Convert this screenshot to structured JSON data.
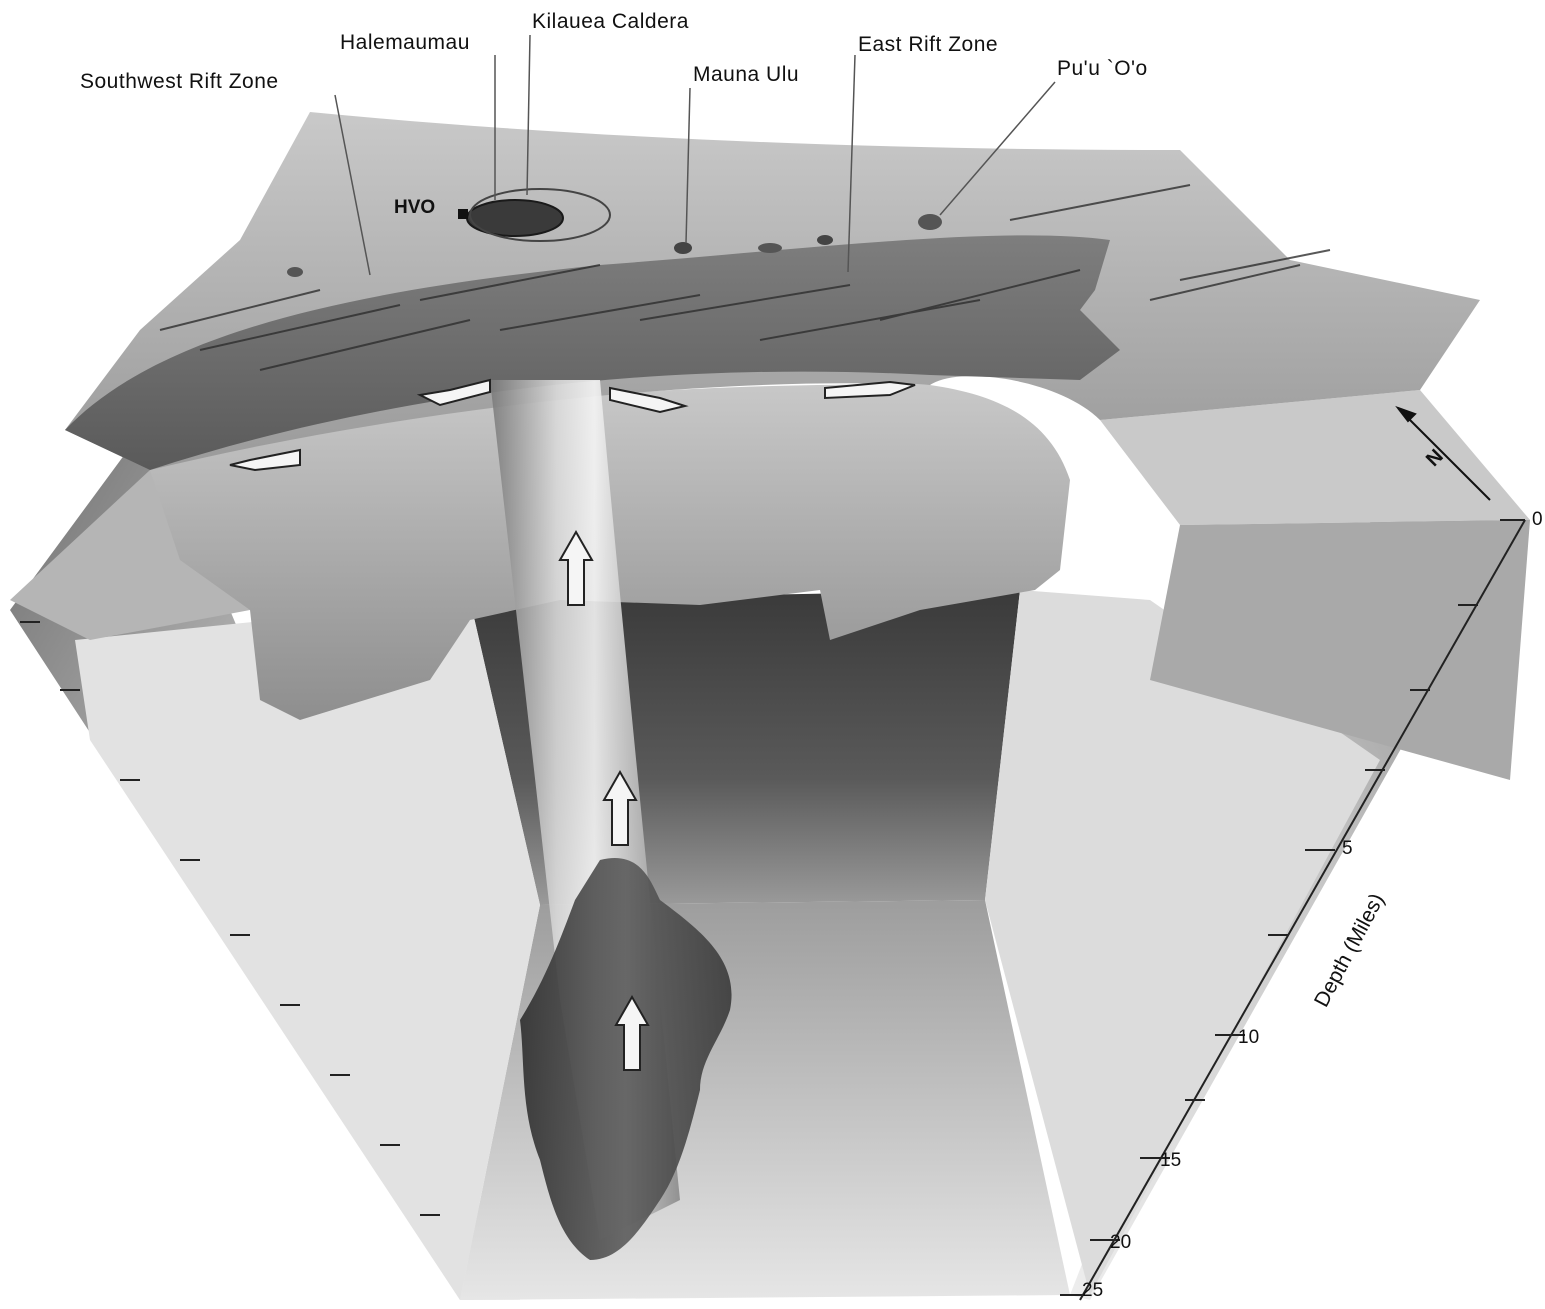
{
  "labels": {
    "southwest_rift": "Southwest Rift Zone",
    "halemaumau": "Halemaumau",
    "kilauea_caldera": "Kilauea Caldera",
    "mauna_ulu": "Mauna Ulu",
    "east_rift": "East Rift Zone",
    "puu_oo": "Pu'u `O'o",
    "hvo": "HVO"
  },
  "depth_axis": {
    "title": "Depth (Miles)",
    "ticks": [
      "0",
      "5",
      "10",
      "15",
      "20",
      "25"
    ]
  },
  "north_label": "N"
}
